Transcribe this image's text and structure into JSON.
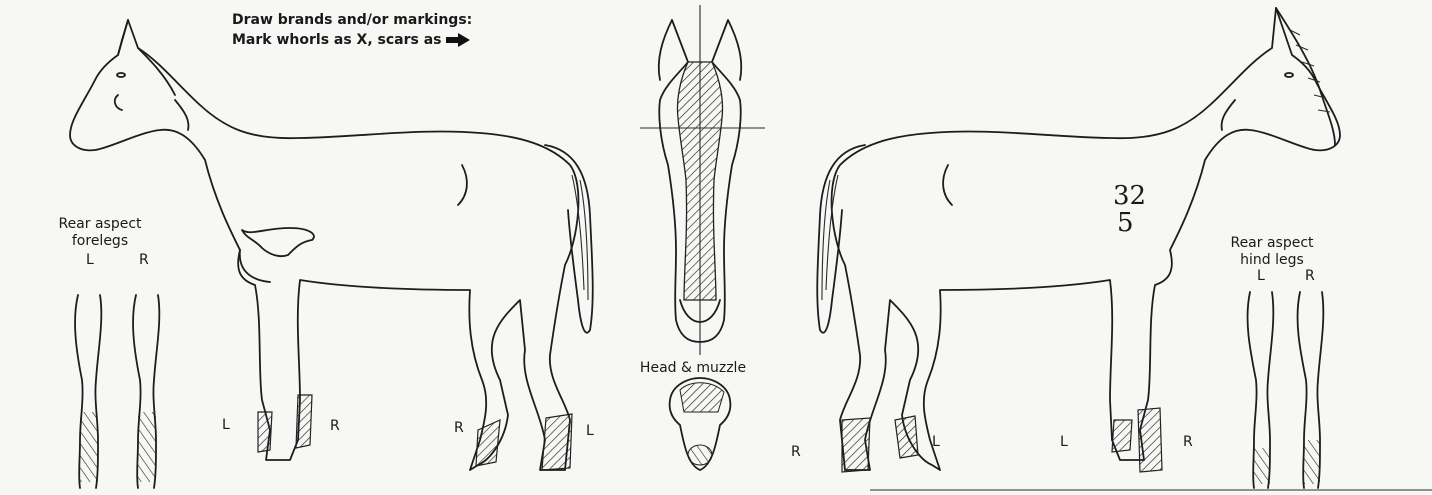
{
  "instructions": {
    "line1": "Draw brands and/or markings:",
    "line2": "Mark whorls as X, scars as"
  },
  "views": {
    "rear_forelegs": {
      "title_line1": "Rear aspect",
      "title_line2": "forelegs",
      "left": "L",
      "right": "R"
    },
    "rear_hindlegs": {
      "title_line1": "Rear aspect",
      "title_line2": "hind legs",
      "left": "L",
      "right": "R"
    },
    "head_muzzle": {
      "title": "Head & muzzle"
    },
    "left_side_legs": {
      "fore_left": "L",
      "fore_right": "R",
      "hind_right": "R",
      "hind_left": "L"
    },
    "right_side_legs": {
      "center_r": "R",
      "fore_left": "L",
      "hind_left": "L",
      "hind_right": "R"
    }
  },
  "handwritten_brand": {
    "line1": "32",
    "line2": "5"
  },
  "colors": {
    "background": "#f7f7f5",
    "ink": "#1d1d1d"
  },
  "icons": [
    "arrow-right-icon",
    "hatch-marking"
  ]
}
